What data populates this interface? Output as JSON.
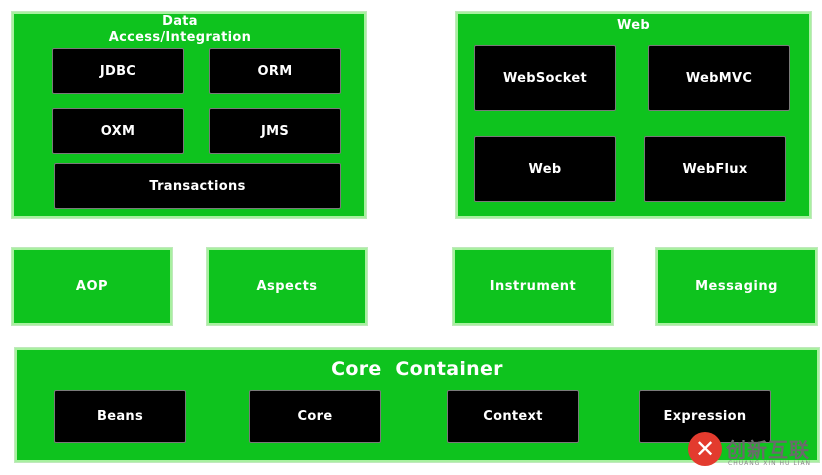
{
  "data_access": {
    "title_line1": "Data",
    "title_line2": "Access/Integration",
    "items": [
      "JDBC",
      "ORM",
      "OXM",
      "JMS",
      "Transactions"
    ]
  },
  "web": {
    "title": "Web",
    "items": [
      "WebSocket",
      "WebMVC",
      "Web",
      "WebFlux"
    ]
  },
  "middle_modules": [
    "AOP",
    "Aspects",
    "Instrument",
    "Messaging"
  ],
  "core_container": {
    "title": "Core  Container",
    "items": [
      "Beans",
      "Core",
      "Context",
      "Expression"
    ]
  },
  "watermark": {
    "logo_glyph": "✕",
    "text": "创新互联",
    "subtext": "CHUANG XIN HU LIAN"
  },
  "colors": {
    "module_green": "#0ec31e",
    "inner_box": "#000000",
    "text": "#ffffff"
  }
}
